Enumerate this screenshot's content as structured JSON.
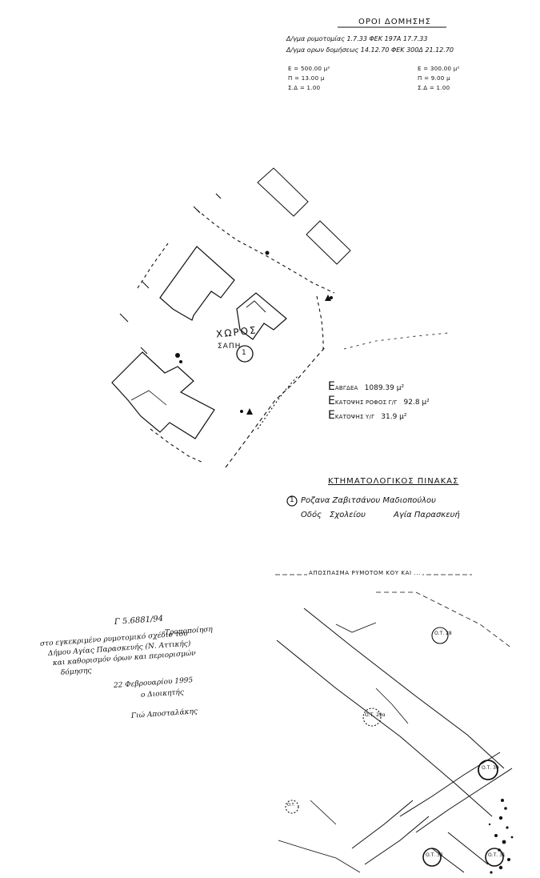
{
  "header": {
    "title": "ΟΡΟΙ ΔΟΜΗΣΗΣ",
    "decree_line_1": "Δ/γμα ρυμοτομίας 1.7.33 ΦΕΚ 197Α 17.7.33",
    "decree_line_2": "Δ/γμα ορων δομήσεως 14.12.70 ΦΕΚ 300Δ 21.12.70",
    "left_terms": [
      "Ε = 500.00 μ²",
      "Π = 13.00 μ",
      "Σ.Δ = 1.00"
    ],
    "right_terms": [
      "Ε = 300.00 μ²",
      "Π = 9.00 μ",
      "Σ.Δ = 1.00"
    ]
  },
  "map_labels": {
    "space_label_1": "ΧΩΡΟΣ",
    "space_label_2": "ΣΑΠΗ",
    "parcel_circle": "1",
    "marker_label": "Δ"
  },
  "areas": {
    "e_label": "Ε",
    "e_sub": "ΑΒΓΔΕΑ",
    "e_value": "1089.39 μ²",
    "ro_label": "Ε",
    "ro_sub": "ΚΑΤΟΨΗΣ ΡΟΦΟΣ Γ/Γ",
    "ro_value": "92.8 μ²",
    "ug_label": "Ε",
    "ug_sub": "ΚΑΤΟΨΗΣ Υ/Γ",
    "ug_value": "31.9 μ²"
  },
  "cadastral": {
    "title": "ΚΤΗΜΑΤΟΛΟΓΙΚΟΣ ΠΙΝΑΚΑΣ",
    "entry_number": "1",
    "owner": "Ροζανα Ζαβιτσάνου Μαδιοπούλου",
    "street_label": "Οδός",
    "street": "Σχολείου",
    "place": "Αγία Παρασκευή"
  },
  "excerpt": {
    "title": "ΑΠΟΣΠΑΣΜΑ ΡΥΜΟΤΟΜ ΚΟΥ ΚΑΙ ...",
    "block_labels": [
      "Ο.Τ. 28",
      "Ο.Τ. 29α",
      "Ο.Τ. 30",
      "Ο.Τ. 33",
      "Ο.Τ. 31",
      "Ο.Τ."
    ]
  },
  "annotation": {
    "ref": "Γ 5.6881/94",
    "text_lines": [
      "Τροποποίηση",
      "στο εγκεκριμένο ρυμοτομικό σχέδιο του",
      "Δήμου Αγίας Παρασκευής (Ν. Αττικής)",
      "και καθορισμόν όρων και περιορισμών",
      "δόμησης"
    ],
    "date": "22 Φεβρουαρίου 1995",
    "role": "ο Διοικητής",
    "signature": "Γιώ Αποσταλάκης"
  },
  "colors": {
    "ink": "#111111",
    "paper": "#ffffff"
  }
}
